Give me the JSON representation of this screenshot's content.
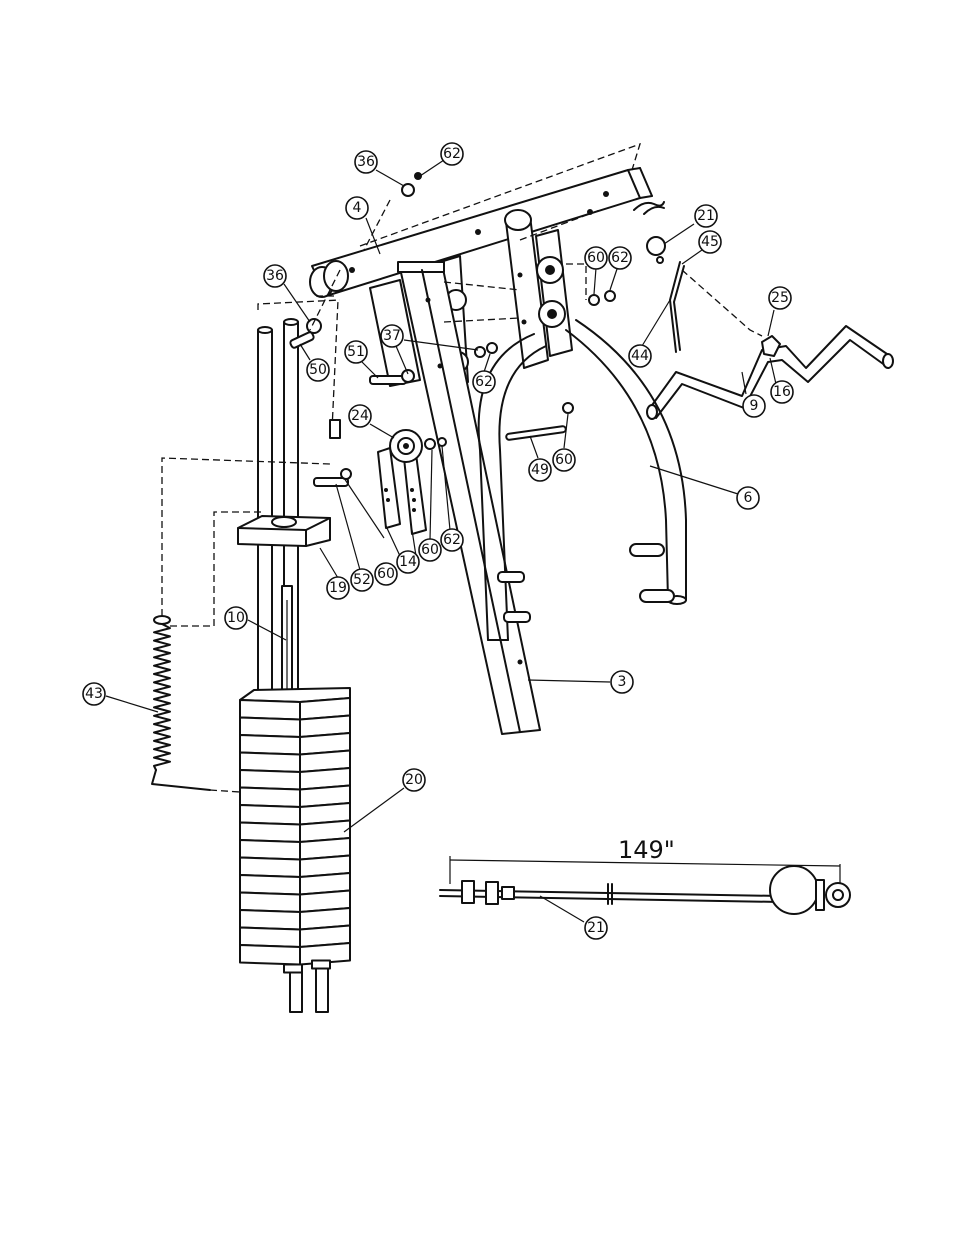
{
  "parts": [
    {
      "id": "p36a",
      "label": "36"
    },
    {
      "id": "p62a",
      "label": "62"
    },
    {
      "id": "p4",
      "label": "4"
    },
    {
      "id": "p36b",
      "label": "36"
    },
    {
      "id": "p50",
      "label": "50"
    },
    {
      "id": "p37",
      "label": "37"
    },
    {
      "id": "p51",
      "label": "51"
    },
    {
      "id": "p62b",
      "label": "62"
    },
    {
      "id": "p24",
      "label": "24"
    },
    {
      "id": "p21a",
      "label": "21"
    },
    {
      "id": "p45",
      "label": "45"
    },
    {
      "id": "p60a",
      "label": "60"
    },
    {
      "id": "p62c",
      "label": "62"
    },
    {
      "id": "p25",
      "label": "25"
    },
    {
      "id": "p44",
      "label": "44"
    },
    {
      "id": "p16",
      "label": "16"
    },
    {
      "id": "p9",
      "label": "9"
    },
    {
      "id": "p49",
      "label": "49"
    },
    {
      "id": "p60b",
      "label": "60"
    },
    {
      "id": "p6",
      "label": "6"
    },
    {
      "id": "p19",
      "label": "19"
    },
    {
      "id": "p52",
      "label": "52"
    },
    {
      "id": "p60c",
      "label": "60"
    },
    {
      "id": "p14",
      "label": "14"
    },
    {
      "id": "p60d",
      "label": "60"
    },
    {
      "id": "p62d",
      "label": "62"
    },
    {
      "id": "p10",
      "label": "10"
    },
    {
      "id": "p3",
      "label": "3"
    },
    {
      "id": "p43",
      "label": "43"
    },
    {
      "id": "p20",
      "label": "20"
    },
    {
      "id": "p21b",
      "label": "21"
    }
  ],
  "dimension": "149\""
}
